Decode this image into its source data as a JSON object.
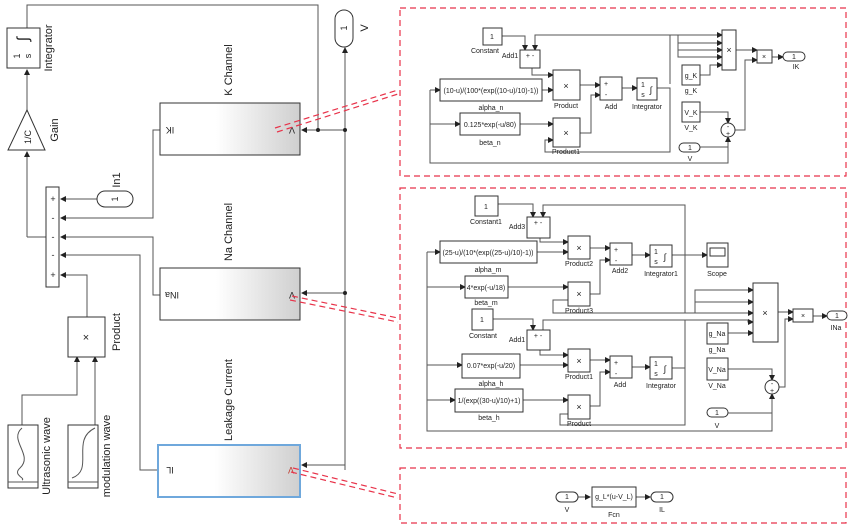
{
  "main": {
    "integrator": {
      "name": "Integrator",
      "num": "1",
      "den": "s",
      "symbol": "∫"
    },
    "gain": {
      "name": "Gain",
      "value": "1/C"
    },
    "sum": {
      "signs": [
        "+",
        "-",
        "-",
        "-",
        "+"
      ]
    },
    "in1": {
      "num": "1",
      "name": "In1"
    },
    "product": {
      "name": "Product",
      "symbol": "×"
    },
    "ultrasonic": {
      "name": "Ultrasonic wave"
    },
    "modulation": {
      "name": "modulation wave"
    },
    "v_out": {
      "num": "1",
      "name": "V"
    },
    "k_channel": {
      "name": "K Channel",
      "in_port": "V",
      "out_port": "IK"
    },
    "na_channel": {
      "name": "Na Channel",
      "in_port": "V",
      "out_port": "INa"
    },
    "leakage": {
      "name": "Leakage Current",
      "in_port": "V",
      "out_port": "IL"
    }
  },
  "k_panel": {
    "constant": {
      "value": "1",
      "name": "Constant"
    },
    "add1": {
      "name": "Add1",
      "signs": "+ -"
    },
    "alpha_n": {
      "expr": "(10-u)/(100*(exp((10-u)/10)-1))",
      "name": "alpha_n"
    },
    "beta_n": {
      "expr": "0.125*exp(-u/80)",
      "name": "beta_n"
    },
    "product": {
      "name": "Product"
    },
    "product1": {
      "name": "Product1"
    },
    "add": {
      "name": "Add"
    },
    "integrator": {
      "name": "Integrator"
    },
    "g_k": {
      "value": "g_K",
      "name": "g_K"
    },
    "v_k": {
      "value": "V_K",
      "name": "V_K"
    },
    "v_in": {
      "num": "1",
      "name": "V"
    },
    "ik_out": {
      "num": "1",
      "name": "IK"
    },
    "mult": "×",
    "one": "1",
    "s": "s",
    "int": "∫",
    "plus": "+",
    "minus": "-"
  },
  "na_panel": {
    "constant1": {
      "value": "1",
      "name": "Constant1"
    },
    "add3": {
      "name": "Add3"
    },
    "alpha_m": {
      "expr": "(25-u)/(10*(exp((25-u)/10)-1))",
      "name": "alpha_m"
    },
    "beta_m": {
      "expr": "4*exp(-u/18)",
      "name": "beta_m"
    },
    "product2": {
      "name": "Product2"
    },
    "product3": {
      "name": "Product3"
    },
    "add2": {
      "name": "Add2"
    },
    "integrator1": {
      "name": "Integrator1"
    },
    "scope": {
      "name": "Scope"
    },
    "constant": {
      "value": "1",
      "name": "Constant"
    },
    "add1": {
      "name": "Add1"
    },
    "alpha_h": {
      "expr": "0.07*exp(-u/20)",
      "name": "alpha_h"
    },
    "beta_h": {
      "expr": "1/(exp((30-u)/10)+1)",
      "name": "beta_h"
    },
    "product1": {
      "name": "Product1"
    },
    "product": {
      "name": "Product"
    },
    "add": {
      "name": "Add"
    },
    "integrator": {
      "name": "Integrator"
    },
    "g_na": {
      "value": "g_Na",
      "name": "g_Na"
    },
    "v_na": {
      "value": "V_Na",
      "name": "V_Na"
    },
    "v_in": {
      "num": "1",
      "name": "V"
    },
    "ina_out": {
      "num": "1",
      "name": "INa"
    }
  },
  "leak_panel": {
    "v_in": {
      "num": "1",
      "name": "V"
    },
    "fcn": {
      "expr": "g_L*(u-V_L)",
      "name": "Fcn"
    },
    "il_out": {
      "num": "1",
      "name": "IL"
    }
  },
  "colors": {
    "callout": "#e8334a",
    "selected": "#6fa8dc"
  }
}
